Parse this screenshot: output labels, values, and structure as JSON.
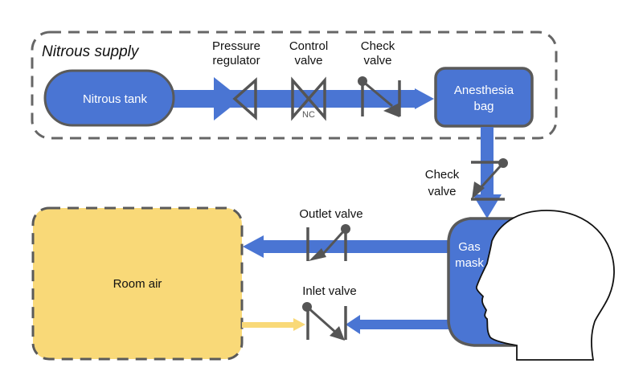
{
  "diagram": {
    "group_title": "Nitrous supply",
    "nodes": {
      "nitrous_tank": "Nitrous tank",
      "anesthesia_bag_line1": "Anesthesia",
      "anesthesia_bag_line2": "bag",
      "gas_mask_line1": "Gas",
      "gas_mask_line2": "mask",
      "room_air": "Room air"
    },
    "valves": {
      "pressure_regulator_line1": "Pressure",
      "pressure_regulator_line2": "regulator",
      "control_valve_line1": "Control",
      "control_valve_line2": "valve",
      "control_valve_state": "NC",
      "check_valve_top_line1": "Check",
      "check_valve_top_line2": "valve",
      "check_valve_mid_line1": "Check",
      "check_valve_mid_line2": "valve",
      "outlet_valve": "Outlet valve",
      "inlet_valve": "Inlet valve"
    },
    "colors": {
      "gas_flow": "#4a75d3",
      "room_air": "#f9d978",
      "outline": "#5a5a5a",
      "symbol": "#555555"
    }
  }
}
